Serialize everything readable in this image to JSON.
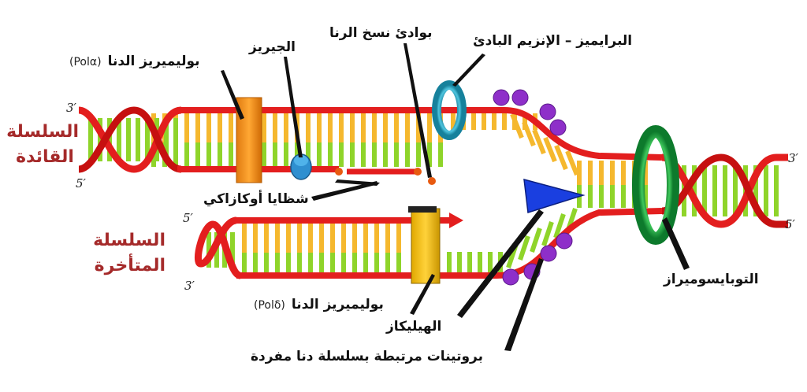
{
  "labels": {
    "gyrase": "الجيريز",
    "rna_primers": "بوادئ نسخ الرنا",
    "primase": "البرايميز – الإنزيم البادئ",
    "pol_alpha": "بوليميريز الدنا",
    "pol_alpha_tag": "(Polα)",
    "leading_strand": "السلسلة القائدة",
    "okazaki": "شظايا أوكازاكي",
    "lagging_strand": "السلسلة المتأخرة",
    "pol_delta": "بوليميريز الدنا",
    "pol_delta_tag": "(Polδ)",
    "helicase": "الهيليكاز",
    "ssb": "بروتينات مرتبطة بسلسلة دنا مفردة",
    "topoisomerase": "التوبايسوميراز"
  },
  "ends": {
    "top_left_3": "3′",
    "top_left_5": "5′",
    "bottom_left_5": "5′",
    "bottom_left_3": "3′",
    "right_3": "3′",
    "right_5": "5′"
  },
  "colors": {
    "backbone": "#e31e1e",
    "base_yellow": "#f5b82e",
    "base_green": "#8fd42a",
    "strand_label": "#a52a2a",
    "pol_orange": "#f7941d",
    "pol_yellow": "#f5c000",
    "primase_teal": "#2aa6c4",
    "helicase_blue": "#1a3fe0",
    "topo_green": "#1e9a3a",
    "ssb_purple": "#8e2fc9",
    "gyrase_blue": "#2f8fd0"
  }
}
